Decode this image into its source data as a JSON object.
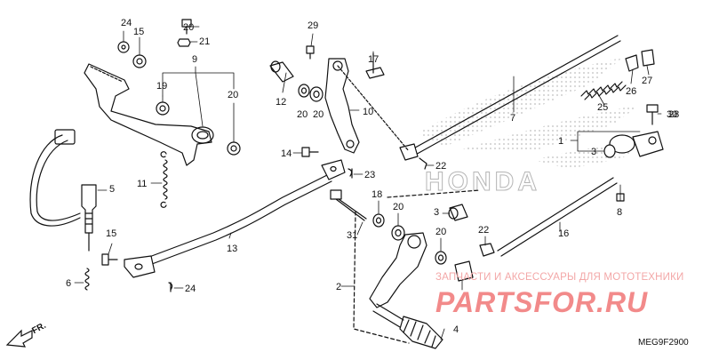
{
  "diagram_code": "MEG9F2900",
  "direction_marker": "FR.",
  "watermark": {
    "subtitle": "ЗАПЧАСТИ И АКСЕССУАРЫ ДЛЯ МОТОТЕХНИКИ",
    "brand": "PARTSFOR.RU"
  },
  "background_logo_text": "HONDA",
  "callouts": [
    "1",
    "2",
    "3",
    "3",
    "4",
    "5",
    "6",
    "7",
    "8",
    "9",
    "10",
    "11",
    "12",
    "13",
    "14",
    "15",
    "15",
    "16",
    "17",
    "18",
    "19",
    "20",
    "20",
    "20",
    "20",
    "20",
    "20",
    "21",
    "22",
    "22",
    "23",
    "24",
    "24",
    "25",
    "26",
    "27",
    "28",
    "29",
    "30",
    "31"
  ],
  "colors": {
    "line": "#111111",
    "stipple": "#c9c9c9",
    "watermark": "#f28a8a"
  }
}
